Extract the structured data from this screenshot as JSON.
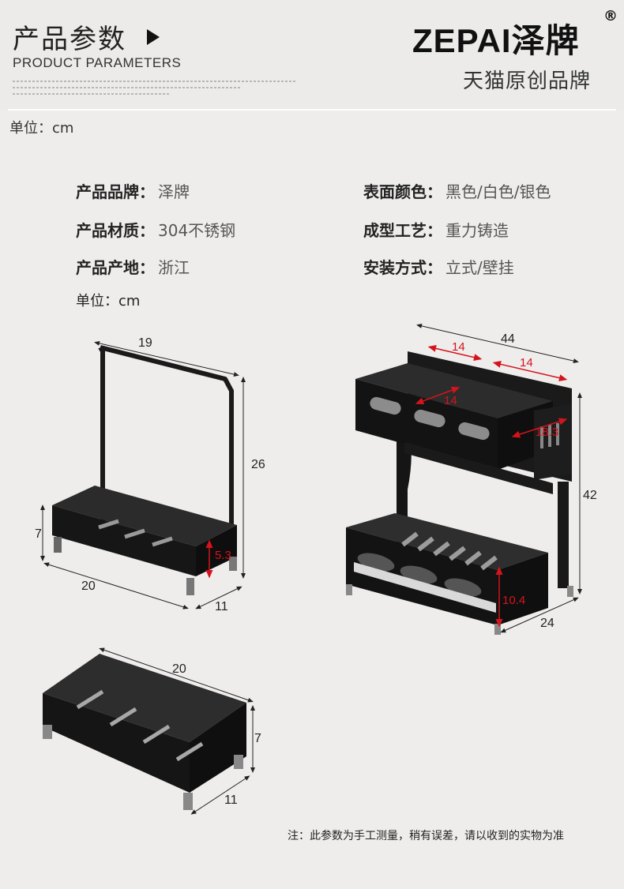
{
  "header": {
    "title_cn": "产品参数",
    "title_en": "PRODUCT PARAMETERS",
    "brand": "ZEPAI泽牌",
    "brand_mark": "®",
    "tagline": "天猫原创品牌"
  },
  "unit_top": "单位：cm",
  "params": [
    {
      "label": "产品品牌：",
      "value": "泽牌"
    },
    {
      "label": "表面颜色：",
      "value": "黑色/白色/银色"
    },
    {
      "label": "产品材质：",
      "value": "304不锈钢"
    },
    {
      "label": "成型工艺：",
      "value": "重力铸造"
    },
    {
      "label": "产品产地：",
      "value": "浙江"
    },
    {
      "label": "安装方式：",
      "value": "立式/壁挂"
    }
  ],
  "unit_mid": "单位：cm",
  "dims": {
    "small_width": "19",
    "small_height": "26",
    "small_depth_h": "7",
    "small_length": "20",
    "small_inner": "5.3",
    "small_depth": "11",
    "large_width": "44",
    "large_slot_a": "14",
    "large_slot_b": "14",
    "large_slot_c": "14",
    "large_holder": "18.3",
    "large_height": "42",
    "large_bottom": "10.4",
    "large_depth": "24",
    "tray_length": "20",
    "tray_height": "7",
    "tray_depth": "11"
  },
  "note": "注：此参数为手工测量，稍有误差，请以收到的实物为准",
  "colors": {
    "metal": "#1b1b1b",
    "dim_red": "#d4141c",
    "background": "#efedec"
  }
}
